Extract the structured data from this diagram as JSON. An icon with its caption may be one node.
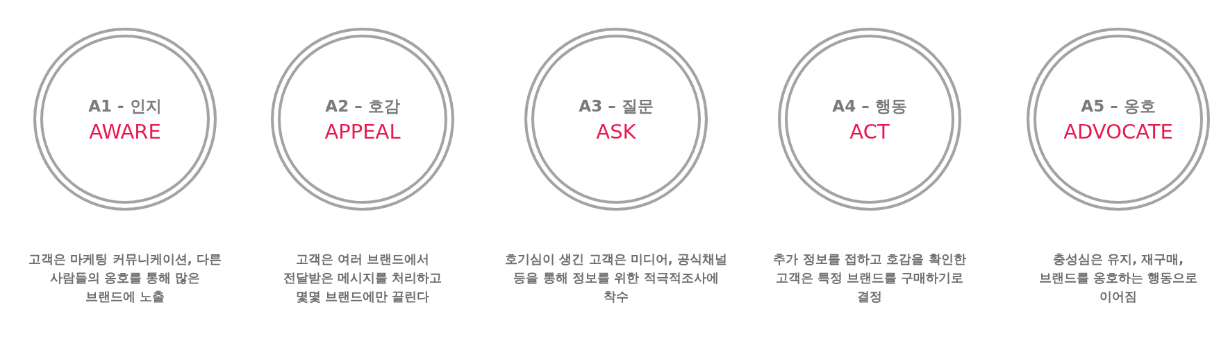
{
  "diagram": {
    "nodes": [
      {
        "text": [
          "A1 - 인지",
          "AWARE"
        ]
      },
      {
        "text": [
          "A2 – 호감",
          "APPEAL"
        ]
      },
      {
        "text": [
          "A3 – 질문",
          "ASK"
        ]
      },
      {
        "text": [
          "A4 – 행동",
          "ACT"
        ]
      },
      {
        "text": [
          "A5 – 옹호",
          "ADVOCATE"
        ]
      }
    ],
    "labels": [
      "고객은 마케팅 커뮤니케이션, 다른 사람들의 옹호를 통해 많은 브랜드에 노출",
      "고객은 여러 브랜드에서 전달받은 메시지를 처리하고 몇몇 브랜드에만 끌린다",
      "호기심이 생긴 고객은 미디어, 공식채널 등을 통해 정보를 위한 적극적조사에 착수",
      "추가 정보를 접하고 호감을 확인한 고객은 특정 브랜드를 구매하기로 결정",
      "충성심은 유지, 재구매, 브랜드를 옹호하는 행동으로 이어짐"
    ]
  }
}
